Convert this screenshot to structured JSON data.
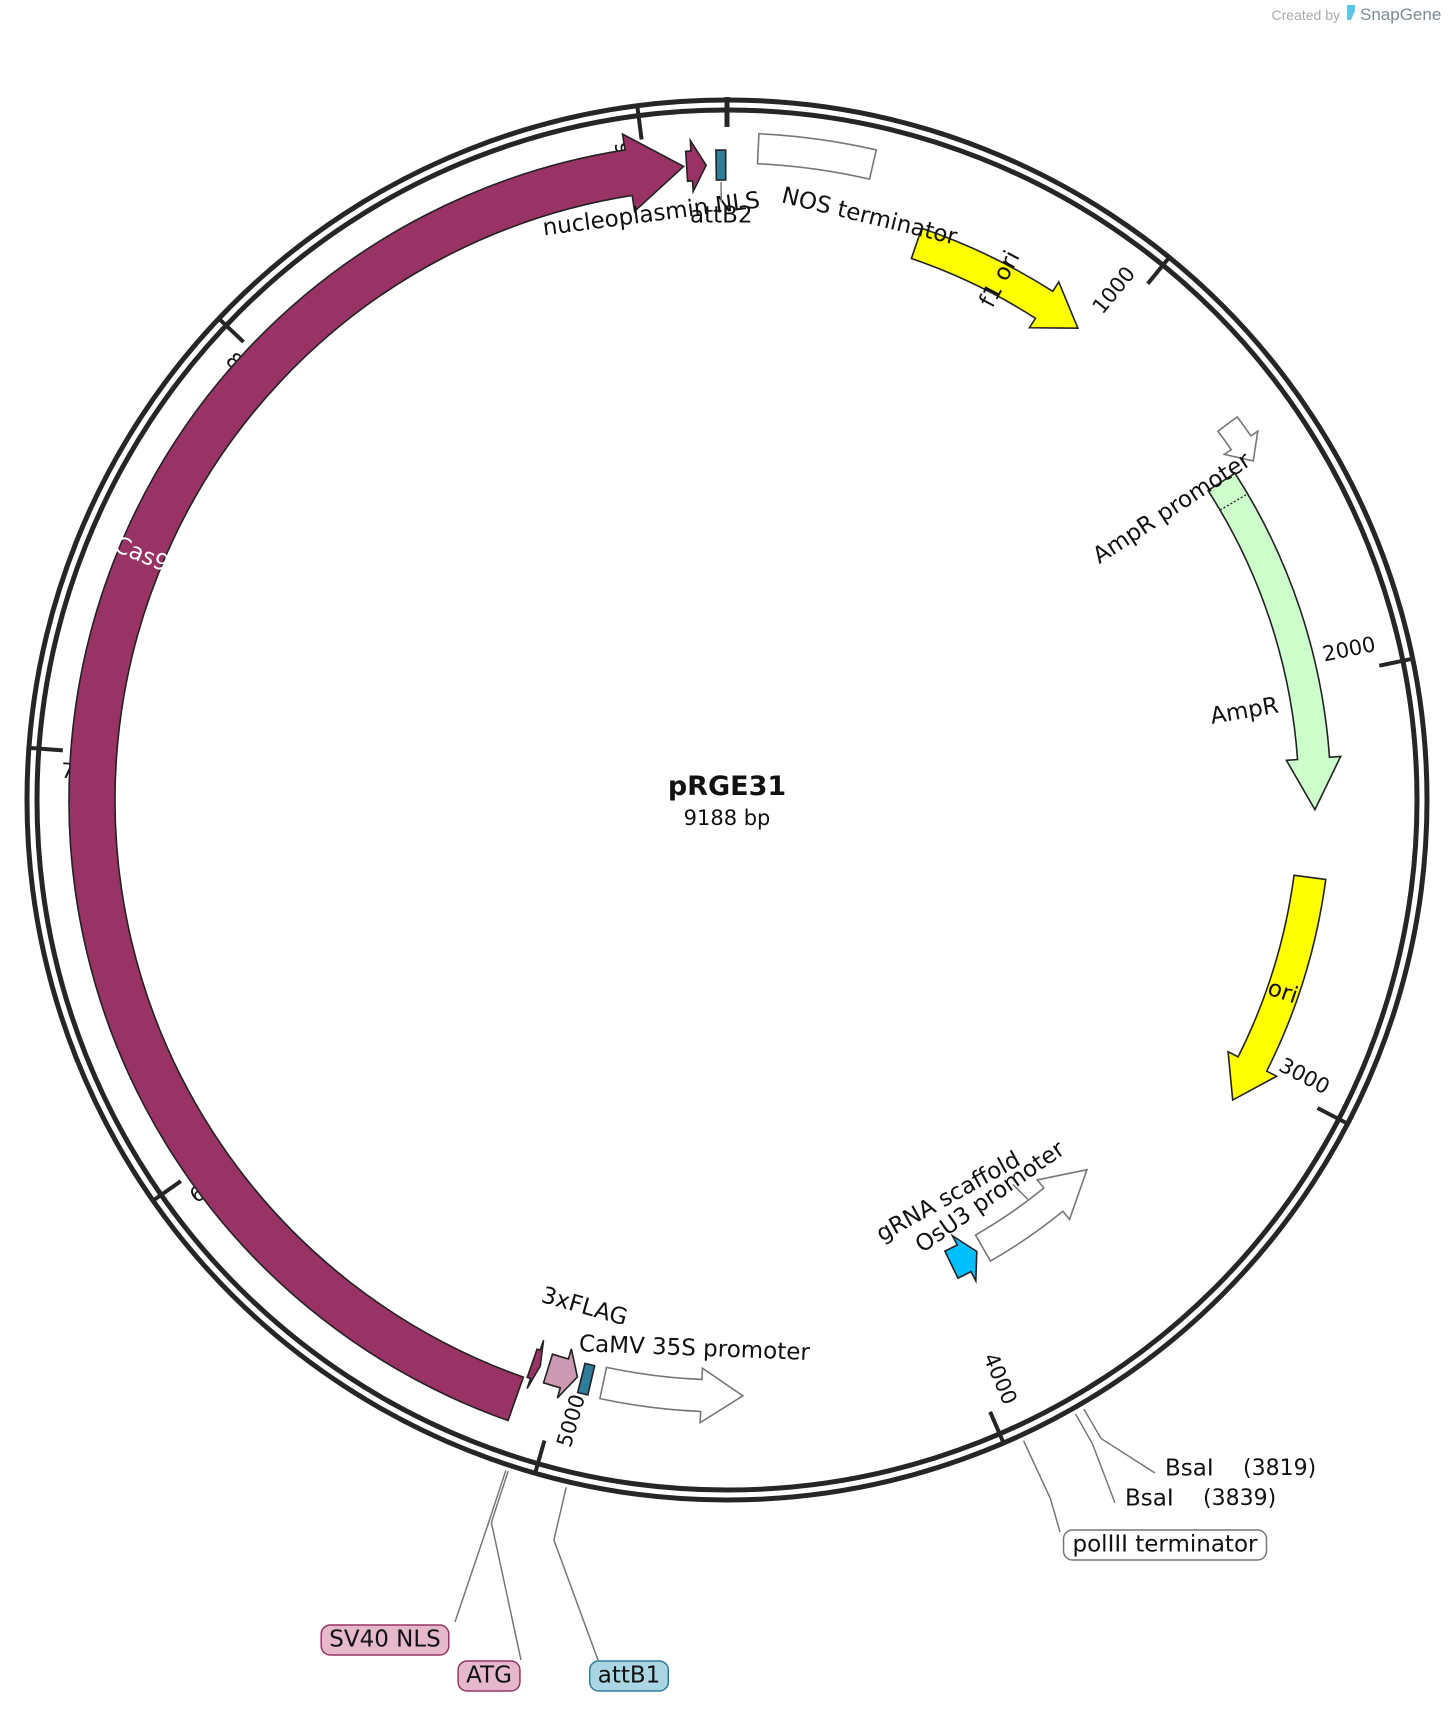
{
  "plasmid": {
    "name": "pRGE31",
    "length_bp": 9188,
    "size_label": "9188 bp"
  },
  "credit": {
    "created_by": "Created by",
    "brand": "SnapGene",
    "brand_color": "#5cc6ea"
  },
  "ticks": [
    {
      "bp": 1000,
      "label": "1000"
    },
    {
      "bp": 2000,
      "label": "2000"
    },
    {
      "bp": 3000,
      "label": "3000"
    },
    {
      "bp": 4000,
      "label": "4000"
    },
    {
      "bp": 5000,
      "label": "5000"
    },
    {
      "bp": 6000,
      "label": "6000"
    },
    {
      "bp": 7000,
      "label": "7000"
    },
    {
      "bp": 8000,
      "label": "8000"
    },
    {
      "bp": 9000,
      "label": "9000"
    }
  ],
  "features": [
    {
      "id": "nos-terminator",
      "name": "NOS terminator",
      "start": 70,
      "end": 330,
      "type": "terminator",
      "color": "#ffffff"
    },
    {
      "id": "f1-ori",
      "name": "f1 ori",
      "start": 480,
      "end": 935,
      "direction": "forward",
      "color": "#ffff00"
    },
    {
      "id": "ampr-promoter",
      "name": "AmpR promoter",
      "start": 1355,
      "end": 1460,
      "direction": "forward",
      "color": "#ffffff"
    },
    {
      "id": "ampr",
      "name": "AmpR",
      "start": 1461,
      "end": 2321,
      "direction": "forward",
      "color": "#ccffcc"
    },
    {
      "id": "ori",
      "name": "ori",
      "start": 2490,
      "end": 3080,
      "direction": "forward",
      "color": "#ffff00"
    },
    {
      "id": "osu3-promoter",
      "name": "OsU3 promoter",
      "start": 3465,
      "end": 3835,
      "direction": "reverse",
      "color": "#ffffff"
    },
    {
      "id": "grna-scaffold",
      "name": "gRNA scaffold",
      "start": 3855,
      "end": 3936,
      "direction": "reverse",
      "color": "#00bfff"
    },
    {
      "id": "camv-35s-promoter",
      "name": "CaMV 35S promoter",
      "start": 4555,
      "end": 4900,
      "direction": "reverse",
      "color": "#ffffff"
    },
    {
      "id": "attb1",
      "name": "attB1",
      "start": 4930,
      "end": 4955,
      "type": "marker",
      "color": "#2e7e99"
    },
    {
      "id": "3xflag",
      "name": "3xFLAG",
      "start": 4965,
      "end": 5040,
      "direction": "reverse",
      "color": "#cc99b2"
    },
    {
      "id": "atg",
      "name": "ATG",
      "start": 5055,
      "end": 5058,
      "type": "marker",
      "color": "#cc99b2"
    },
    {
      "id": "sv40-nls",
      "name": "SV40 NLS",
      "start": 5060,
      "end": 5081,
      "direction": "reverse",
      "color": "#993366"
    },
    {
      "id": "cas9",
      "name": "Cas9",
      "start": 5090,
      "end": 9088,
      "direction": "forward",
      "color": "#993366"
    },
    {
      "id": "nucleoplasmin-nls",
      "name": "nucleoplasmin NLS",
      "start": 9095,
      "end": 9140,
      "direction": "forward",
      "color": "#993366"
    },
    {
      "id": "attb2",
      "name": "attB2",
      "start": 9163,
      "end": 9185,
      "type": "marker",
      "color": "#2e7e99"
    }
  ],
  "sites": [
    {
      "name": "BsaI",
      "position_label": "(3819)",
      "bp": 3819
    },
    {
      "name": "BsaI",
      "position_label": "(3839)",
      "bp": 3839
    },
    {
      "name": "polIII terminator",
      "bp": 3960,
      "boxed": true
    }
  ]
}
